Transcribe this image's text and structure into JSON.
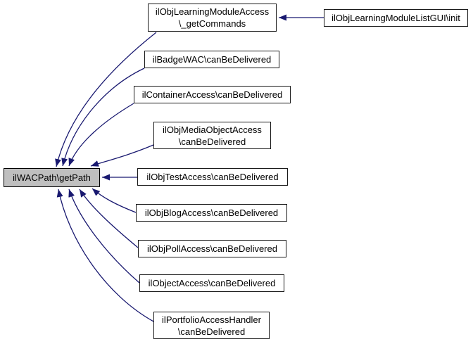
{
  "diagram": {
    "type": "caller-graph",
    "colors": {
      "arrow": "#191970",
      "node_border": "#1a1a1a",
      "node_fill": "#ffffff",
      "highlight_fill": "#bfbfbf",
      "background": "#ffffff",
      "text": "#000000"
    },
    "nodes": [
      {
        "id": "wacpath-getpath",
        "highlighted": true,
        "lines": [
          "ilWACPath\\getPath"
        ]
      },
      {
        "id": "learning-module-access",
        "highlighted": false,
        "lines": [
          "ilObjLearningModuleAccess",
          "\\_getCommands"
        ]
      },
      {
        "id": "learning-module-listgui",
        "highlighted": false,
        "lines": [
          "ilObjLearningModuleListGUI\\init"
        ]
      },
      {
        "id": "badge-wac",
        "highlighted": false,
        "lines": [
          "ilBadgeWAC\\canBeDelivered"
        ]
      },
      {
        "id": "container-access",
        "highlighted": false,
        "lines": [
          "ilContainerAccess\\canBeDelivered"
        ]
      },
      {
        "id": "media-object-access",
        "highlighted": false,
        "lines": [
          "ilObjMediaObjectAccess",
          "\\canBeDelivered"
        ]
      },
      {
        "id": "test-access",
        "highlighted": false,
        "lines": [
          "ilObjTestAccess\\canBeDelivered"
        ]
      },
      {
        "id": "blog-access",
        "highlighted": false,
        "lines": [
          "ilObjBlogAccess\\canBeDelivered"
        ]
      },
      {
        "id": "poll-access",
        "highlighted": false,
        "lines": [
          "ilObjPollAccess\\canBeDelivered"
        ]
      },
      {
        "id": "object-access",
        "highlighted": false,
        "lines": [
          "ilObjectAccess\\canBeDelivered"
        ]
      },
      {
        "id": "portfolio-access-handler",
        "highlighted": false,
        "lines": [
          "ilPortfolioAccessHandler",
          "\\canBeDelivered"
        ]
      }
    ],
    "edges": [
      {
        "from": "learning-module-access",
        "to": "wacpath-getpath",
        "relation": "calls"
      },
      {
        "from": "badge-wac",
        "to": "wacpath-getpath",
        "relation": "calls"
      },
      {
        "from": "container-access",
        "to": "wacpath-getpath",
        "relation": "calls"
      },
      {
        "from": "media-object-access",
        "to": "wacpath-getpath",
        "relation": "calls"
      },
      {
        "from": "test-access",
        "to": "wacpath-getpath",
        "relation": "calls"
      },
      {
        "from": "blog-access",
        "to": "wacpath-getpath",
        "relation": "calls"
      },
      {
        "from": "poll-access",
        "to": "wacpath-getpath",
        "relation": "calls"
      },
      {
        "from": "object-access",
        "to": "wacpath-getpath",
        "relation": "calls"
      },
      {
        "from": "portfolio-access-handler",
        "to": "wacpath-getpath",
        "relation": "calls"
      },
      {
        "from": "learning-module-listgui",
        "to": "learning-module-access",
        "relation": "calls"
      }
    ]
  }
}
